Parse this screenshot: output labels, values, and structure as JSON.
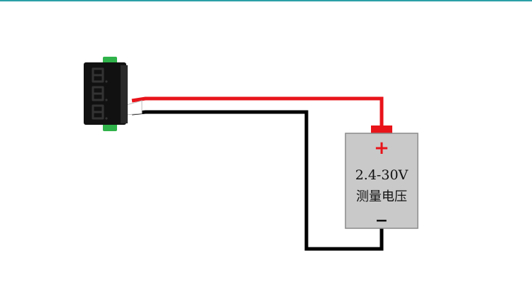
{
  "colors": {
    "accent_line": "#2aa0a6",
    "wire_positive": "#e8141a",
    "wire_negative": "#000000",
    "battery_body": "#c9c9c9",
    "battery_border": "#8a8a8a",
    "display_body": "#111111",
    "display_segment": "#2f2f2f",
    "mount_tab": "#2fb24a"
  },
  "battery": {
    "plus_sign": "+",
    "voltage_range": "2.4-30V",
    "label": "测量电压",
    "minus_sign": "−"
  },
  "voltmeter": {
    "digits": [
      "8.",
      "8.",
      "8."
    ],
    "icon": "7-segment-display"
  }
}
